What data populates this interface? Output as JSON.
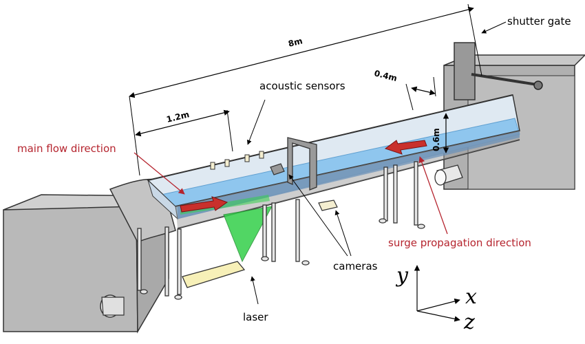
{
  "labels": {
    "shutter_gate": "shutter gate",
    "acoustic_sensors": "acoustic sensors",
    "main_flow_direction": "main flow direction",
    "surge_propagation_direction": "surge propagation direction",
    "cameras": "cameras",
    "laser": "laser"
  },
  "dimensions": {
    "total_length": "8m",
    "sensor_distance": "1.2m",
    "gate_distance": "0.4m",
    "channel_height": "0.6m"
  },
  "axes": {
    "y": "y",
    "x": "x",
    "z": "z"
  },
  "colors": {
    "annotation_red": "#b5242e",
    "water_blue": "#8fc6ee",
    "laser_green": "#33d04a",
    "tank_gray": "#b9b9b9",
    "sensor_yellow": "#f7f0b8"
  }
}
